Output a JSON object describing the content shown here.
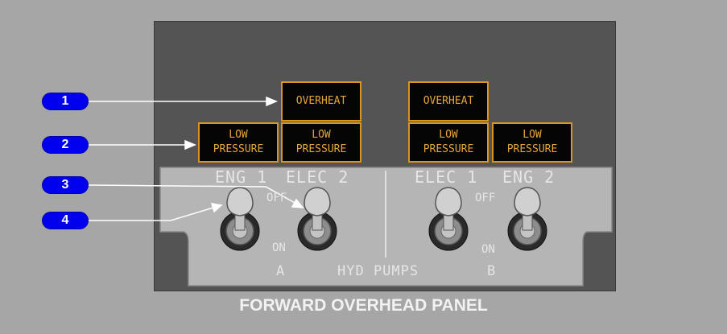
{
  "panel": {
    "caption": "FORWARD OVERHEAD PANEL",
    "colors": {
      "light_border": "#d9961f",
      "light_text": "#e8a63a",
      "callout": "#0000ee",
      "background": "#a6a6a6"
    }
  },
  "lights": {
    "overheat_left": "OVERHEAT",
    "overheat_right": "OVERHEAT",
    "low_pressure_eng1": "LOW\nPRESSURE",
    "low_pressure_elec2": "LOW\nPRESSURE",
    "low_pressure_elec1": "LOW\nPRESSURE",
    "low_pressure_eng2": "LOW\nPRESSURE"
  },
  "switch_labels": {
    "eng1": "ENG 1",
    "elec2": "ELEC 2",
    "elec1": "ELEC 1",
    "eng2": "ENG 2",
    "off_left": "OFF",
    "off_right": "OFF",
    "on_left": "ON",
    "on_right": "ON",
    "system_a": "A",
    "system_b": "B",
    "hyd_pumps": "HYD PUMPS"
  },
  "callouts": [
    "1",
    "2",
    "3",
    "4"
  ]
}
